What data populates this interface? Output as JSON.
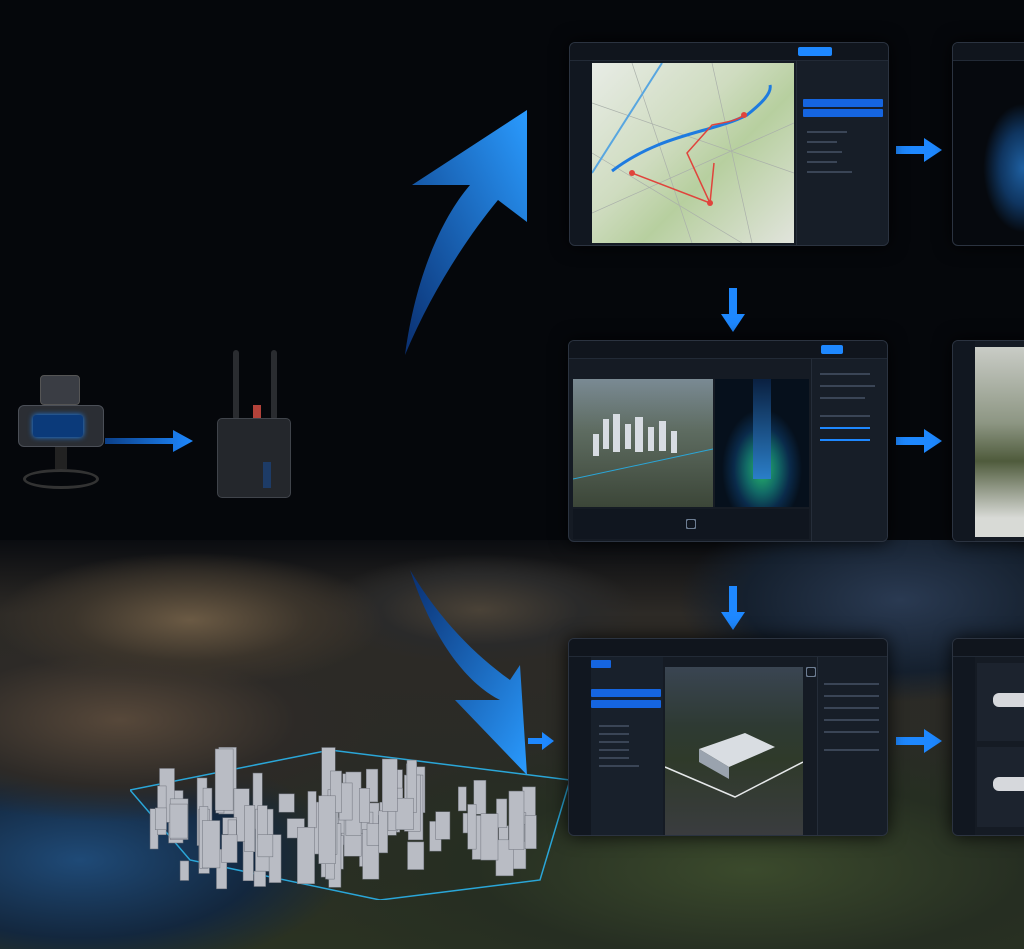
{
  "colors": {
    "accent": "#1e88ff",
    "route_blue": "#1e7be0",
    "route_red": "#e0443c",
    "panel_bg": "#151b24",
    "background": "#05070b"
  },
  "icons": [
    "camera-device-icon",
    "transmitter-device-icon",
    "flow-arrow-icon",
    "drone-icon"
  ],
  "panels": [
    "mission-planning-map",
    "point-cloud-view",
    "city-3d-model-view",
    "tree-scene-view",
    "building-model-view",
    "drone-fleet-view"
  ]
}
